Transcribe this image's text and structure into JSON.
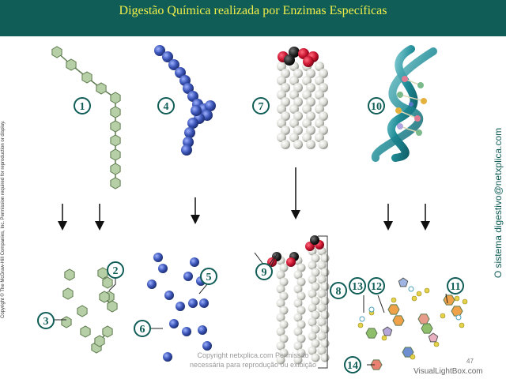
{
  "title": "Digestão Química realizada por Enzimas Específicas",
  "copyright": "Copyright © The McGraw-Hill Companies, Inc. Permission required for reproduction or display.",
  "brand": "O sistema digestivo@netxplica.com",
  "watermark_line1": "Copyright netxplica.com Permissão",
  "watermark_line2": "necessária para reprodução ou exibição",
  "page_number": "47",
  "visual_lightbox": "VisualLightBox.com",
  "labels": [
    "1",
    "2",
    "3",
    "4",
    "5",
    "6",
    "7",
    "8",
    "9",
    "10",
    "11",
    "12",
    "13",
    "14"
  ],
  "colors": {
    "header": "#0f5d56",
    "title": "#f2ee4a",
    "hexagon_fill": "#b7cfa6",
    "bead_fill": "#3b55b8",
    "fat_white": "#e6e6e2",
    "fat_red": "#c8122e",
    "label_ring": "#0f5d56"
  }
}
